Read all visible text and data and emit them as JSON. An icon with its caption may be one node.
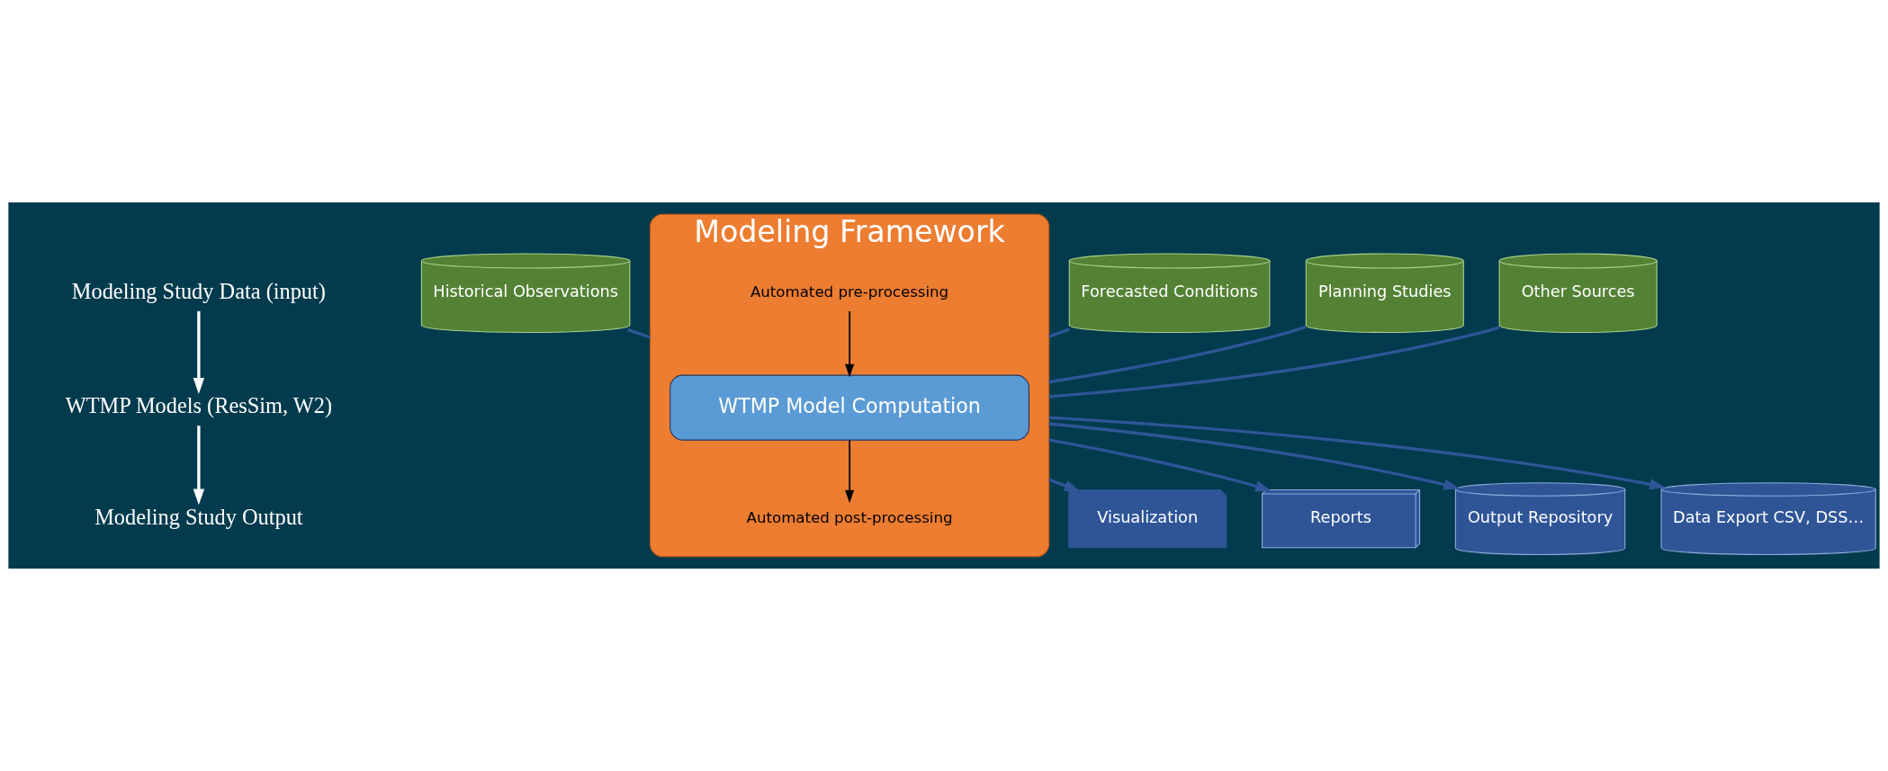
{
  "diagram": {
    "nodes": [
      {
        "text": [
          "Modeling Study Data (input)"
        ]
      },
      {
        "text": [
          "WTMP Models (ResSim, W2)"
        ]
      },
      {
        "text": [
          "Modeling Study Output"
        ]
      },
      {
        "text": [
          "Historical Observations"
        ]
      },
      {
        "text": [
          "Forecasted Conditions"
        ]
      },
      {
        "text": [
          "Planning Studies"
        ]
      },
      {
        "text": [
          "Other Sources"
        ]
      },
      {
        "text": [
          "Modeling Framework"
        ]
      },
      {
        "text": [
          "Automated pre-processing"
        ],
        "in": 7
      },
      {
        "text": [
          "WTMP Model Computation"
        ],
        "in": 7
      },
      {
        "text": [
          "Automated post-processing"
        ],
        "in": 7
      },
      {
        "text": [
          "Visualization"
        ]
      },
      {
        "text": [
          "Reports"
        ]
      },
      {
        "text": [
          "Output Repository"
        ]
      },
      {
        "text": [
          "Data Export CSV, DSS…"
        ]
      }
    ],
    "edges": [
      {
        "from": 0,
        "to": 1,
        "arrow": "to",
        "color": "#ffffff"
      },
      {
        "from": 1,
        "to": 2,
        "arrow": "to",
        "color": "#ffffff"
      },
      {
        "from": 3,
        "to": 7,
        "arrow": "none"
      },
      {
        "from": 4,
        "to": 7,
        "arrow": "none"
      },
      {
        "from": 5,
        "to": 7,
        "arrow": "none"
      },
      {
        "from": 6,
        "to": 7,
        "arrow": "none"
      },
      {
        "from": 8,
        "to": 9,
        "arrow": "to",
        "color": "#000000"
      },
      {
        "from": 9,
        "to": 10,
        "arrow": "to",
        "color": "#000000"
      },
      {
        "from": 7,
        "to": 11,
        "arrow": "to"
      },
      {
        "from": 7,
        "to": 12,
        "arrow": "to"
      },
      {
        "from": 7,
        "to": 13,
        "arrow": "to"
      },
      {
        "from": 7,
        "to": 14,
        "arrow": "to"
      }
    ]
  }
}
